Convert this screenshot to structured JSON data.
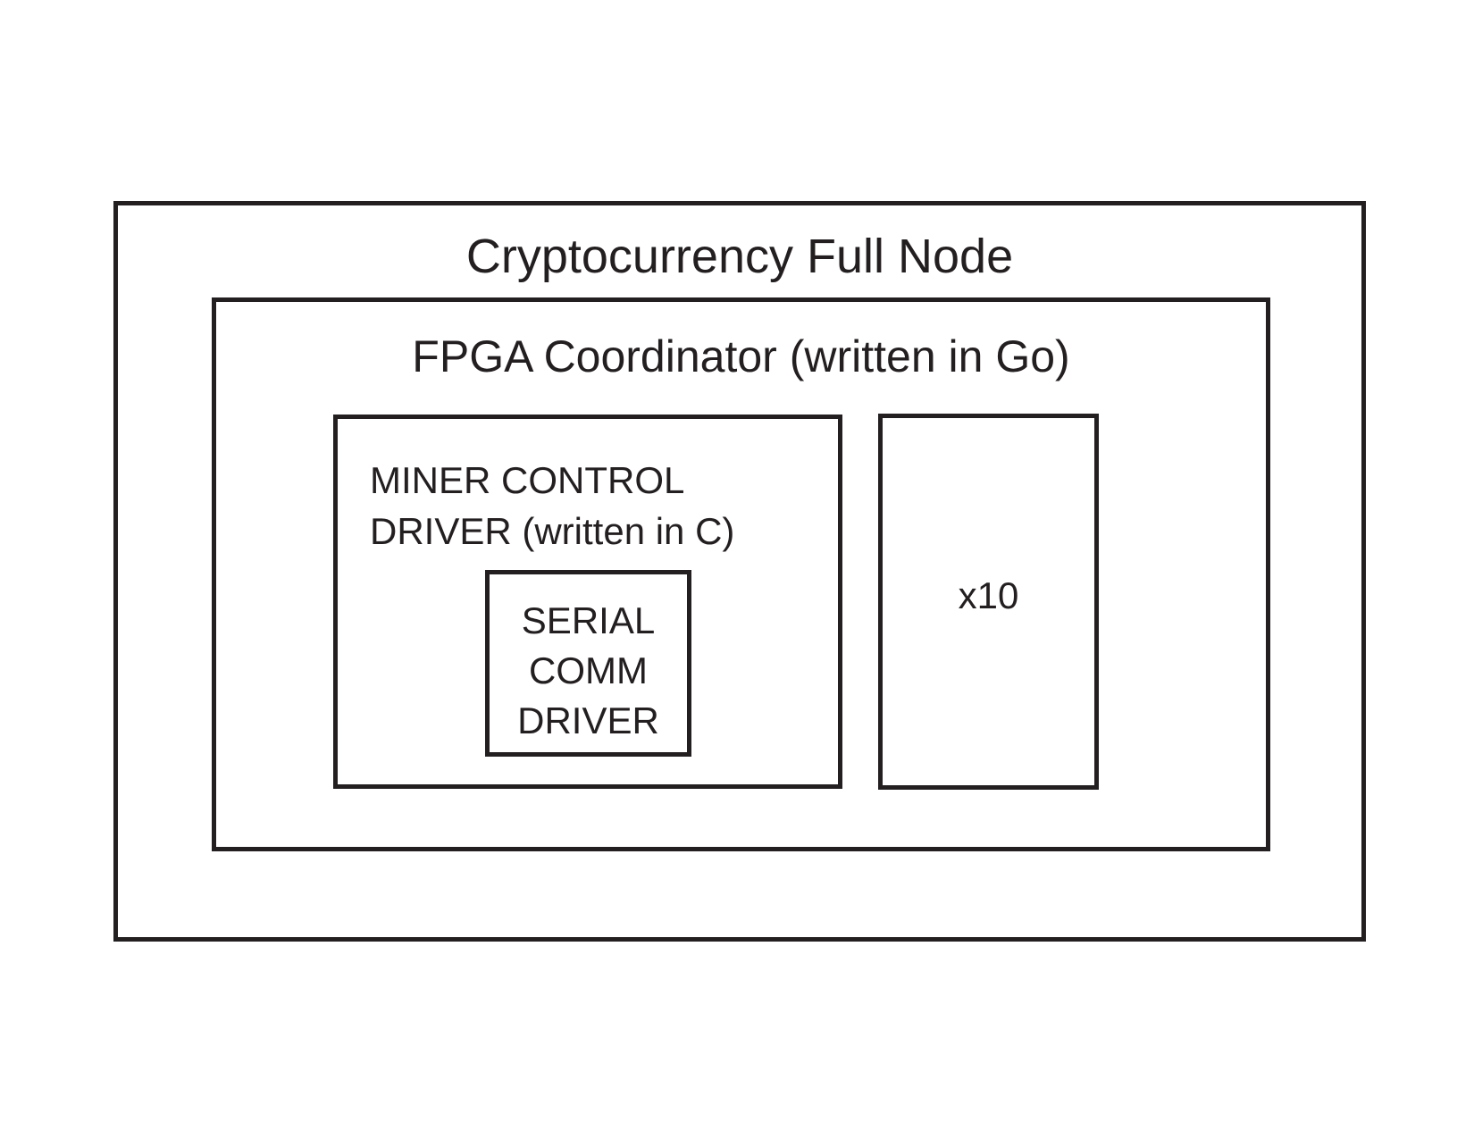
{
  "diagram": {
    "full_node": {
      "title": "Cryptocurrency Full Node"
    },
    "coordinator": {
      "title": "FPGA Coordinator (written in Go)"
    },
    "miner_driver": {
      "title_lines": [
        "MINER CONTROL",
        "DRIVER (written in C)"
      ]
    },
    "serial_driver": {
      "title_lines": [
        "SERIAL",
        "COMM",
        "DRIVER"
      ]
    },
    "replication": {
      "label": "x10"
    }
  }
}
